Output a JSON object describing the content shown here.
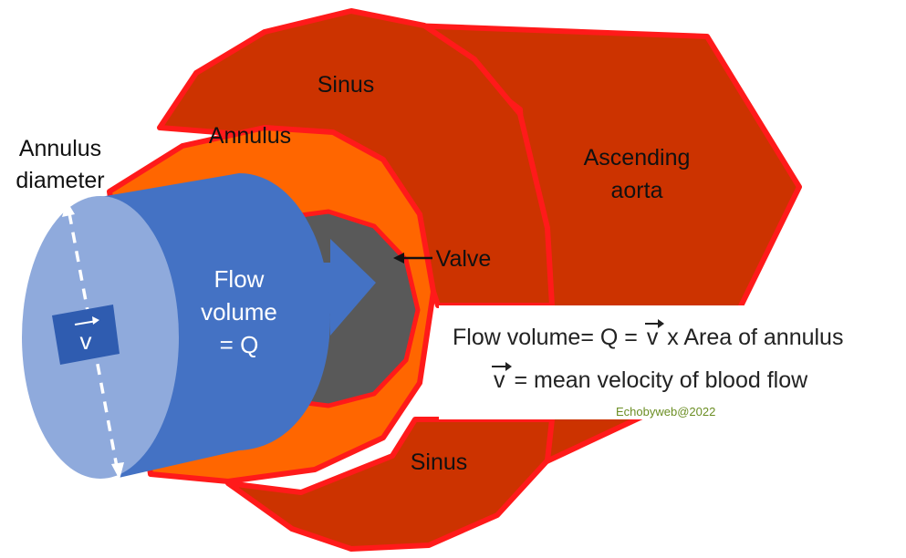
{
  "labels": {
    "sinus_top": "Sinus",
    "sinus_bottom": "Sinus",
    "annulus": "Annulus",
    "annulus_diameter_line1": "Annulus",
    "annulus_diameter_line2": "diameter",
    "ascending_line1": "Ascending",
    "ascending_line2": "aorta",
    "valve": "Valve",
    "flow_line1": "Flow",
    "flow_line2": "volume",
    "flow_line3": "= Q",
    "v_symbol": "v"
  },
  "formula": {
    "line1_prefix": "Flow volume= Q =",
    "line1_v": "v",
    "line1_suffix": "x Area of annulus",
    "line2_v": "v",
    "line2_suffix": "= mean velocity of blood flow"
  },
  "copyright": "Echobyweb@2022",
  "colors": {
    "aorta": "#cc3300",
    "outline": "#ff1a1a",
    "annulus": "#ff6600",
    "valve": "#595959",
    "cylinder_side": "#4472c4",
    "cylinder_face": "#8faadc",
    "v_box": "#2f5cb0"
  }
}
